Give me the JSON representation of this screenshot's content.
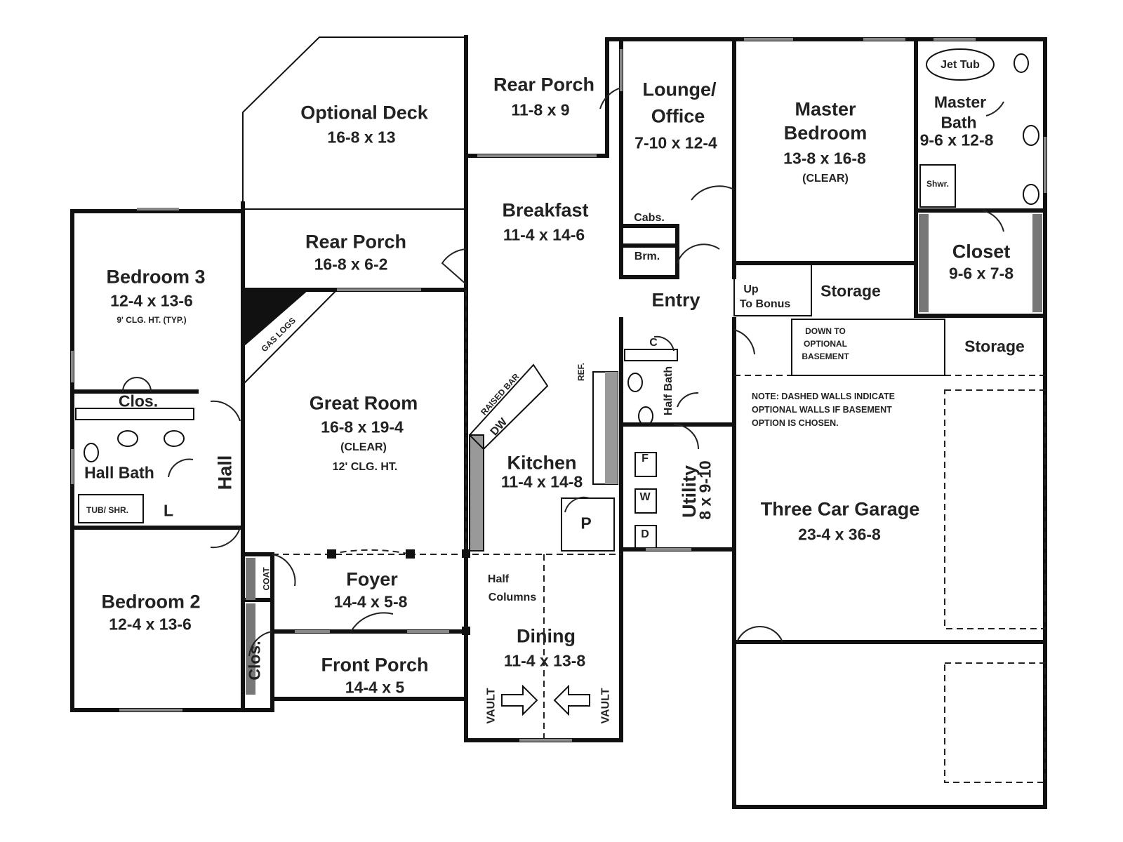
{
  "rooms": {
    "optional_deck": {
      "name": "Optional Deck",
      "dims": "16-8 x 13"
    },
    "rear_porch_top": {
      "name": "Rear Porch",
      "dims": "11-8 x 9"
    },
    "lounge_office": {
      "name_line1": "Lounge/",
      "name_line2": "Office",
      "dims": "7-10 x 12-4"
    },
    "master_bedroom": {
      "name_line1": "Master",
      "name_line2": "Bedroom",
      "dims": "13-8 x 16-8",
      "note": "(CLEAR)"
    },
    "master_bath": {
      "name_line1": "Master",
      "name_line2": "Bath",
      "dims": "9-6 x 12-8",
      "jet_tub": "Jet Tub",
      "shower": "Shwr."
    },
    "bedroom3": {
      "name": "Bedroom 3",
      "dims": "12-4 x 13-6",
      "note": "9' CLG. HT. (TYP.)"
    },
    "rear_porch_left": {
      "name": "Rear Porch",
      "dims": "16-8 x 6-2"
    },
    "breakfast": {
      "name": "Breakfast",
      "dims": "11-4 x 14-6"
    },
    "cabs": "Cabs.",
    "brm": "Brm.",
    "entry": "Entry",
    "storage_upper": "Storage",
    "closet_master": {
      "name": "Closet",
      "dims": "9-6 x 7-8"
    },
    "storage_lower": "Storage",
    "up_to_bonus": {
      "line1": "Up",
      "line2": "To Bonus"
    },
    "down_to_basement": {
      "line1": "DOWN TO",
      "line2": "OPTIONAL",
      "line3": "BASEMENT"
    },
    "gas_logs": "GAS LOGS",
    "clos_bed3": "Clos.",
    "great_room": {
      "name": "Great Room",
      "dims": "16-8 x 19-4",
      "note1": "(CLEAR)",
      "note2": "12' CLG. HT."
    },
    "raised_bar": "RAISED BAR",
    "dw": "DW",
    "ref": "REF.",
    "c_closet": "C",
    "half_bath": "Half Bath",
    "kitchen": {
      "name": "Kitchen",
      "dims": "11-4 x 14-8"
    },
    "pantry": "P",
    "hall_bath": "Hall Bath",
    "tub_shr": "TUB/ SHR.",
    "linen": "L",
    "hall": "Hall",
    "utility": {
      "name": "Utility",
      "dims": "8 x 9-10",
      "f": "F",
      "w": "W",
      "d": "D"
    },
    "bedroom2": {
      "name": "Bedroom 2",
      "dims": "12-4 x 13-6"
    },
    "coat": "COAT",
    "foyer": {
      "name": "Foyer",
      "dims": "14-4 x 5-8"
    },
    "half_columns": {
      "line1": "Half",
      "line2": "Columns"
    },
    "clos_bed2": "Clos.",
    "dining": {
      "name": "Dining",
      "dims": "11-4 x 13-8",
      "vault": "VAULT"
    },
    "front_porch": {
      "name": "Front Porch",
      "dims": "14-4 x 5"
    },
    "garage": {
      "name": "Three Car Garage",
      "dims": "23-4 x 36-8"
    }
  },
  "note": {
    "line1": "NOTE: DASHED WALLS INDICATE",
    "line2": "OPTIONAL WALLS IF BASEMENT",
    "line3": "OPTION IS CHOSEN."
  }
}
